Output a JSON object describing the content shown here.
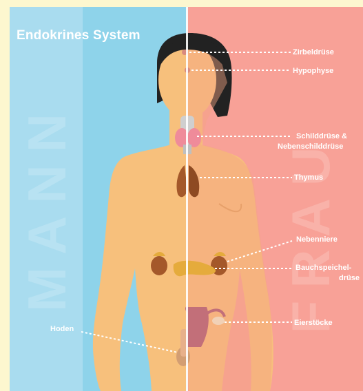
{
  "title": "Endokrines System",
  "side_labels": {
    "left": "MANN",
    "right": "FRAU"
  },
  "labels": {
    "pineal": "Zirbeldrüse",
    "pituitary": "Hypophyse",
    "thyroid_line1": "Schilddrüse &",
    "thyroid_line2": "Nebenschilddrüse",
    "thymus": "Thymus",
    "adrenal": "Nebenniere",
    "pancreas_line1": "Bauchspeichel-",
    "pancreas_line2": "drüse",
    "ovaries": "Eierstöcke",
    "testes": "Hoden"
  },
  "colors": {
    "background": "#fdf7cf",
    "male_panel": "#8ed3ea",
    "female_panel": "#f8a197",
    "skin": "#f7c07c",
    "hair": "#222222",
    "organ": "#a4582a",
    "pancreas": "#e5ab3c",
    "reproductive": "#c26f79",
    "leader_line": "#ffffff"
  }
}
